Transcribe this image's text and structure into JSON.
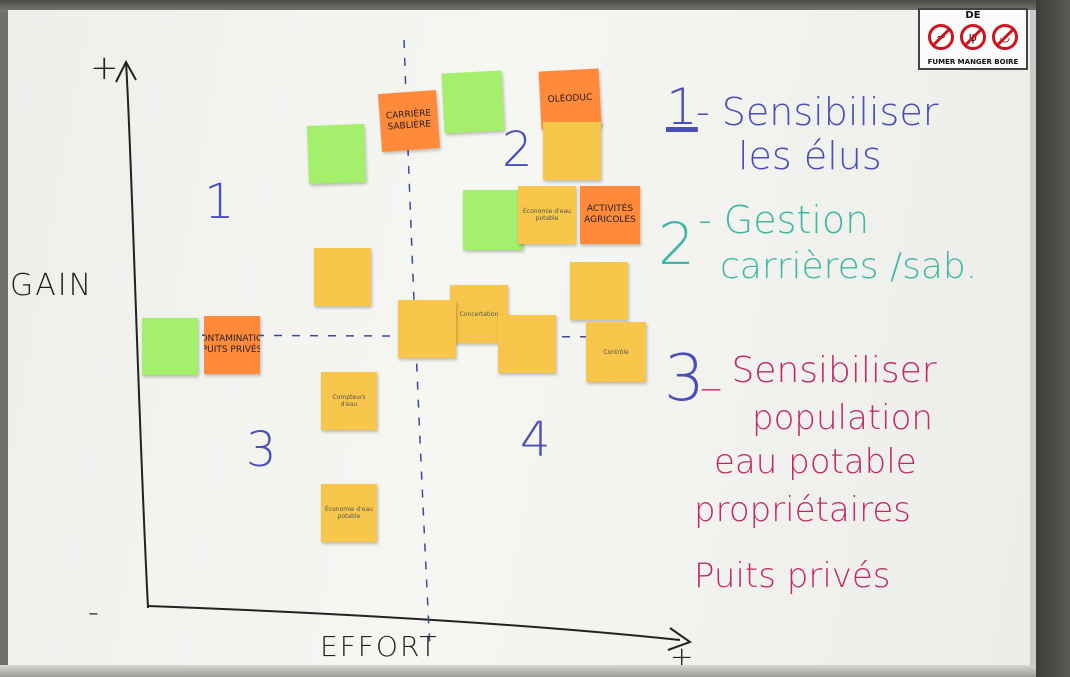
{
  "sign": {
    "title": "DE",
    "caption": "FUMER MANGER BOIRE",
    "icons": [
      "no-smoking-icon",
      "no-eating-icon",
      "no-drinking-icon"
    ]
  },
  "axes": {
    "y_label": "GAIN",
    "x_label": "EFFORT",
    "y_plus": "+",
    "y_minus": "-",
    "x_plus": "+"
  },
  "quadrants": [
    "1",
    "2",
    "3",
    "4"
  ],
  "priorities": [
    {
      "number": "1",
      "lines": [
        "- Sensibiliser",
        "les élus"
      ]
    },
    {
      "number": "2",
      "lines": [
        "- Gestion",
        "carrières /sab."
      ]
    },
    {
      "number": "3",
      "lines": [
        "_ Sensibiliser",
        "population",
        "eau potable",
        "propriétaires",
        "Puits privés"
      ]
    }
  ],
  "notes": {
    "carriere": "CARRIÈRE SABLIÈRE",
    "oleoduc": "OLÉODUC",
    "contamination": "CONTAMINATION PUITS PRIVÉS",
    "activites": "ACTIVITÉS AGRICOLES",
    "economie_top": "Économie d'eau potable",
    "compteurs": "Compteurs d'eau",
    "economie_bottom": "Économie d'eau potable",
    "concertation": "Concertation",
    "controle": "Contrôle"
  },
  "colors": {
    "green_note": "#a4ef6b",
    "orange_note": "#ff8a3a",
    "yellow_note": "#f7c64a",
    "blue_marker": "#4a4fb8",
    "teal_marker": "#3fb8a8",
    "magenta_marker": "#c02a6a",
    "black_marker": "#222222"
  }
}
